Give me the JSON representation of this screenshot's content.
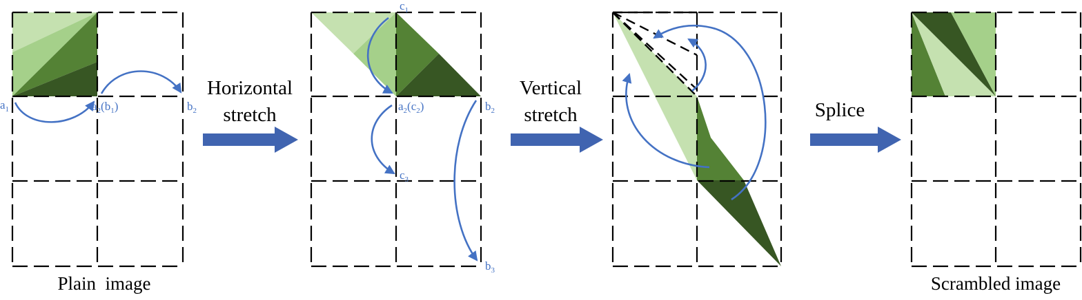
{
  "steps": {
    "horizontal": [
      "Horizontal",
      "stretch"
    ],
    "vertical": [
      "Vertical",
      "stretch"
    ],
    "splice": "Splice"
  },
  "captions": {
    "plain": "Plain  image",
    "scrambled": "Scrambled image"
  },
  "points": {
    "a1": {
      "base": "a",
      "sub": "1"
    },
    "a2b1": {
      "base": "a",
      "sub": "2",
      "tail_open": "(b",
      "tail_sub": "1",
      "tail_close": ")"
    },
    "b2_p1": {
      "base": "b",
      "sub": "2"
    },
    "c1": {
      "base": "c",
      "sub": "1"
    },
    "a2c2": {
      "base": "a",
      "sub": "2",
      "tail_open": "(c",
      "tail_sub": "2",
      "tail_close": ")"
    },
    "b2_p2": {
      "base": "b",
      "sub": "2"
    },
    "c3": {
      "base": "c",
      "sub": "3"
    },
    "b3": {
      "base": "b",
      "sub": "3"
    }
  },
  "colors": {
    "arrow": "#4472C4",
    "arrow_big": "#4064B0",
    "green_lightest": "#C5E1B0",
    "green_light": "#A5D08A",
    "green_mid": "#548235",
    "green_dark": "#375623",
    "grid": "#000000"
  }
}
